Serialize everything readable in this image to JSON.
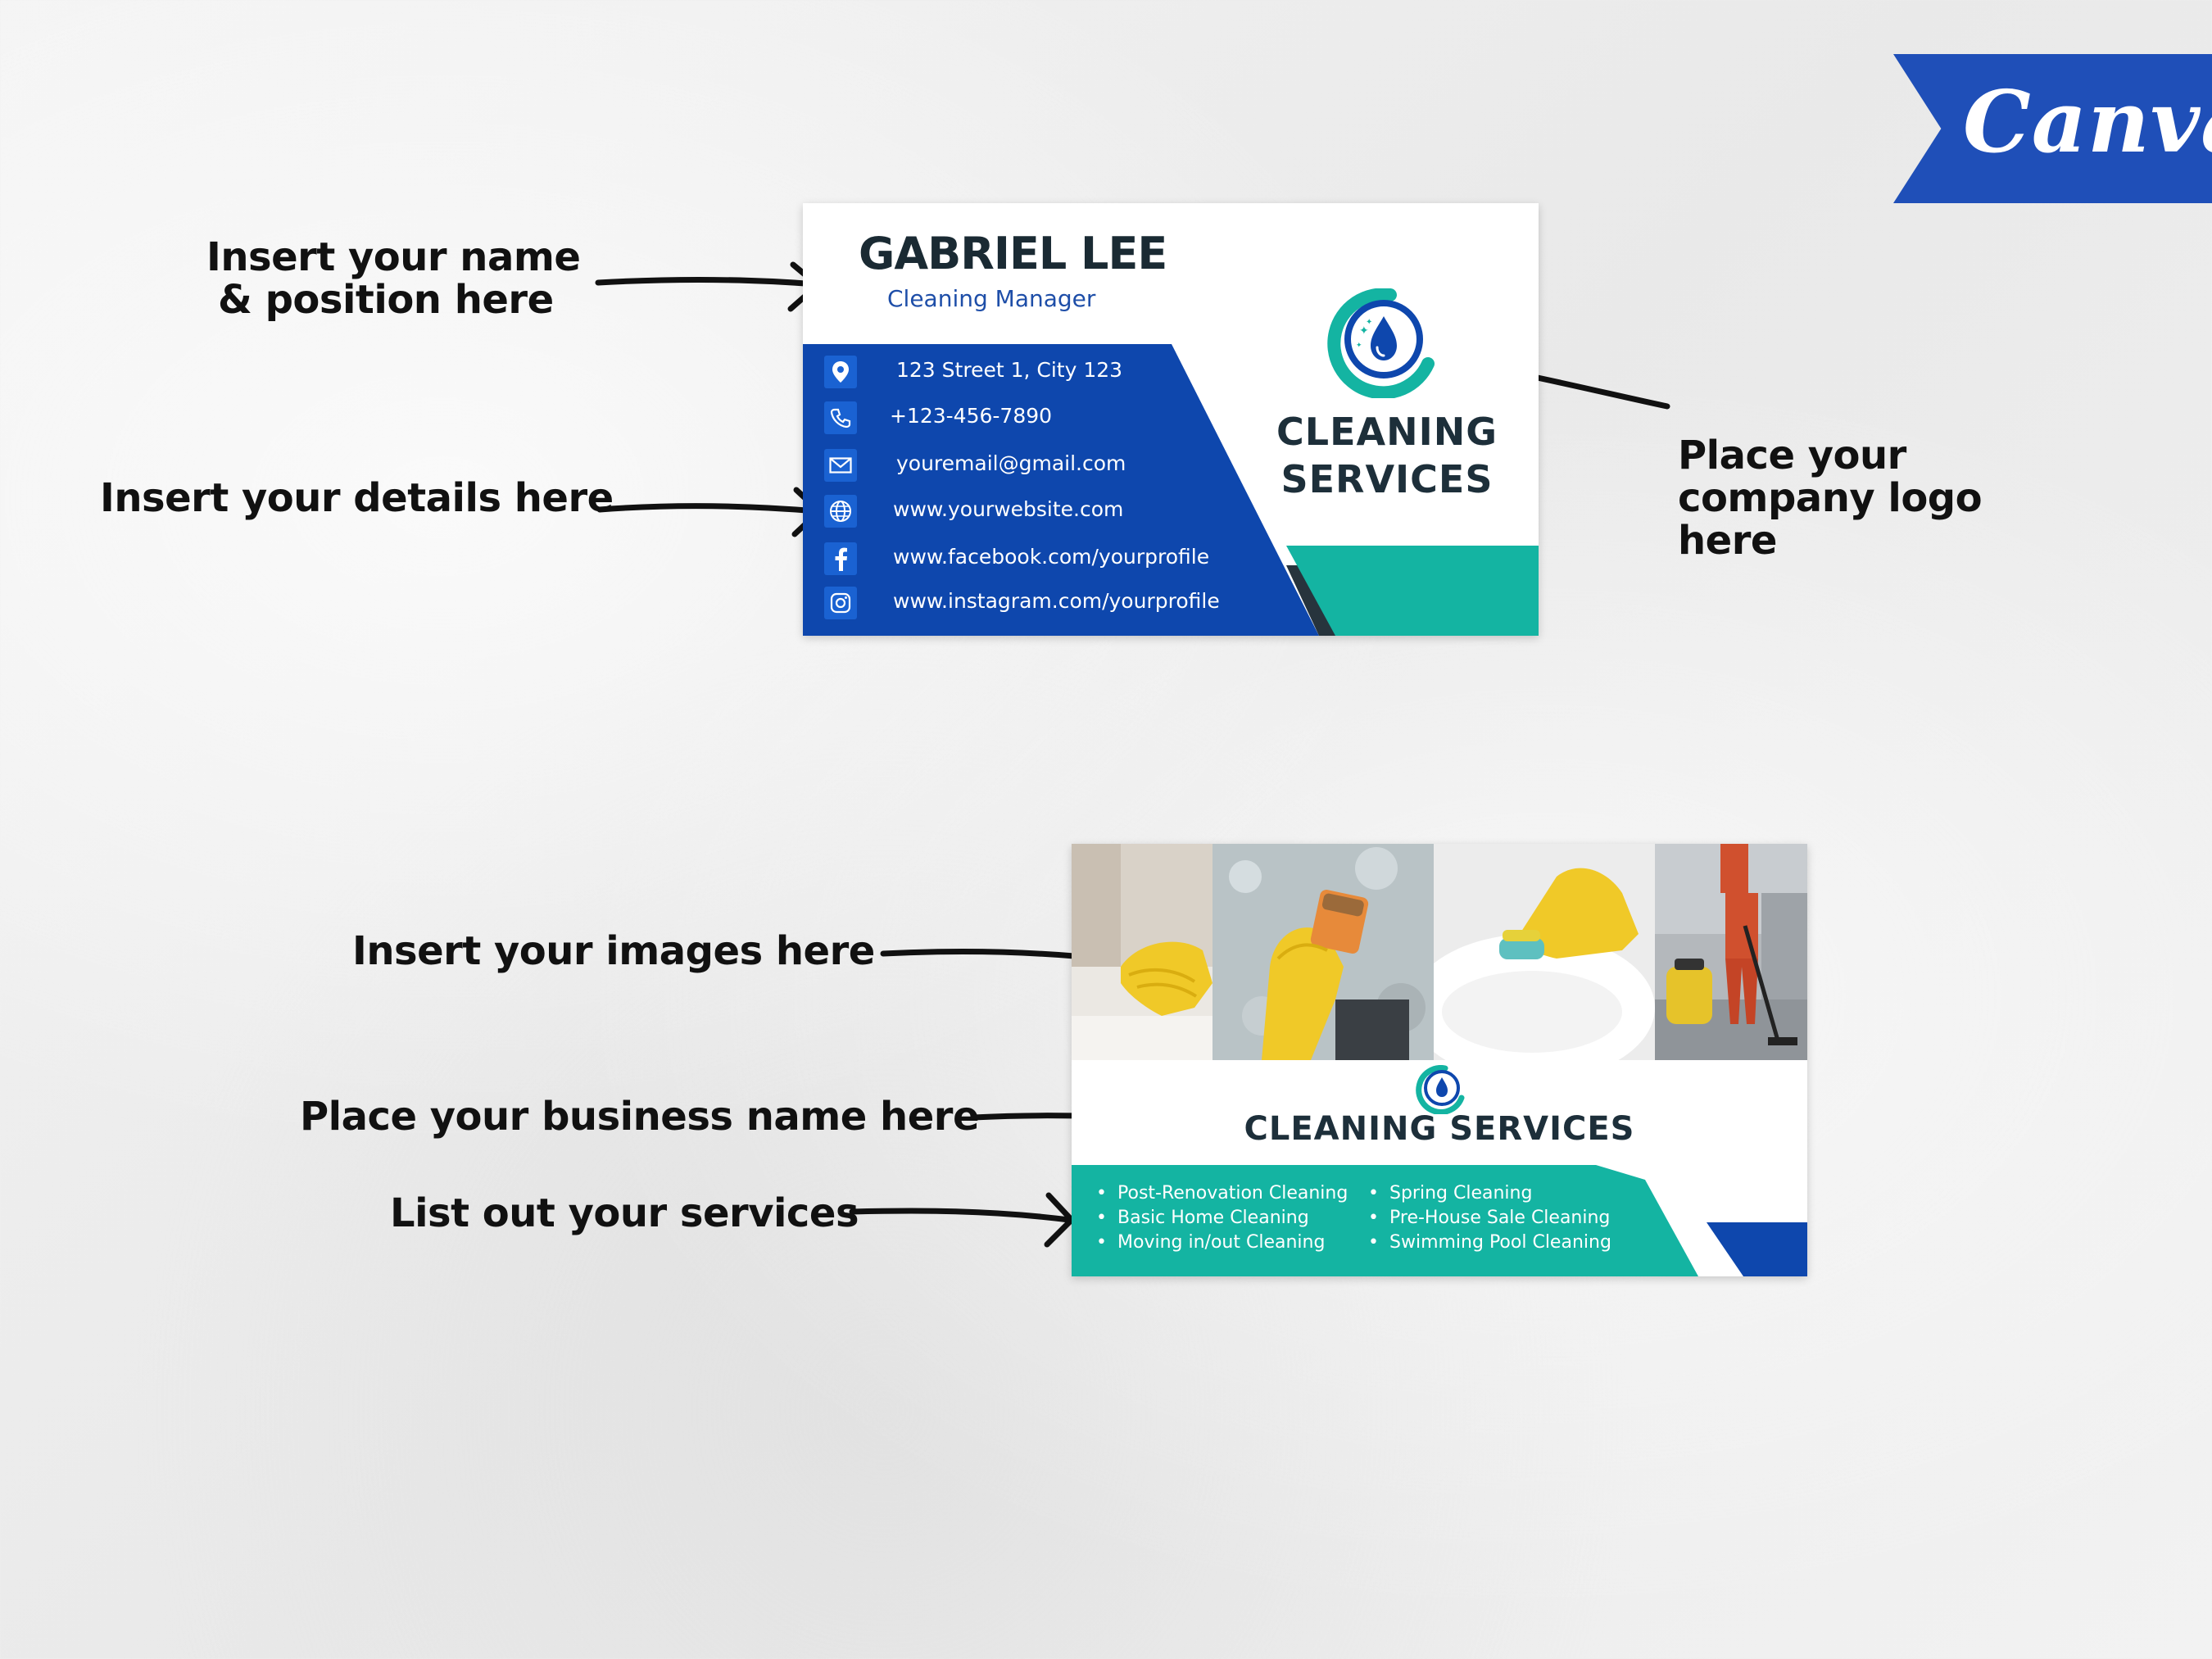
{
  "brand": {
    "name": "Canva",
    "color": "#1f4fb8"
  },
  "instructions": {
    "name_position": [
      "Insert your name",
      "& position here"
    ],
    "details": "Insert your details here",
    "logo": [
      "Place your",
      "company logo",
      "here"
    ],
    "images": "Insert your images here",
    "business_name": "Place your business name here",
    "services": "List out your services"
  },
  "business_card": {
    "name": "GABRIEL LEE",
    "position": "Cleaning Manager",
    "details": [
      {
        "icon": "location-pin-icon",
        "text": "123 Street 1, City 123"
      },
      {
        "icon": "phone-icon",
        "text": "+123-456-7890"
      },
      {
        "icon": "email-icon",
        "text": "youremail@gmail.com"
      },
      {
        "icon": "globe-icon",
        "text": "www.yourwebsite.com"
      },
      {
        "icon": "facebook-icon",
        "text": "www.facebook.com/yourprofile"
      },
      {
        "icon": "instagram-icon",
        "text": "www.instagram.com/yourprofile"
      }
    ],
    "company": [
      "CLEANING",
      "SERVICES"
    ],
    "colors": {
      "blue": "#0e47ad",
      "teal": "#14b4a2",
      "dark": "#27343d",
      "icon_bg": "#1a62d2"
    }
  },
  "banner": {
    "photos": [
      "yellow-glove-wiping-counter",
      "yellow-glove-sponge-on-glass",
      "yellow-glove-scrubbing-toilet",
      "worker-with-vacuum-cleaner"
    ],
    "business_name": "CLEANING SERVICES",
    "services_left": [
      "Post-Renovation Cleaning",
      "Basic Home Cleaning",
      "Moving in/out Cleaning"
    ],
    "services_right": [
      "Spring Cleaning",
      "Pre-House Sale Cleaning",
      "Swimming Pool Cleaning"
    ]
  }
}
